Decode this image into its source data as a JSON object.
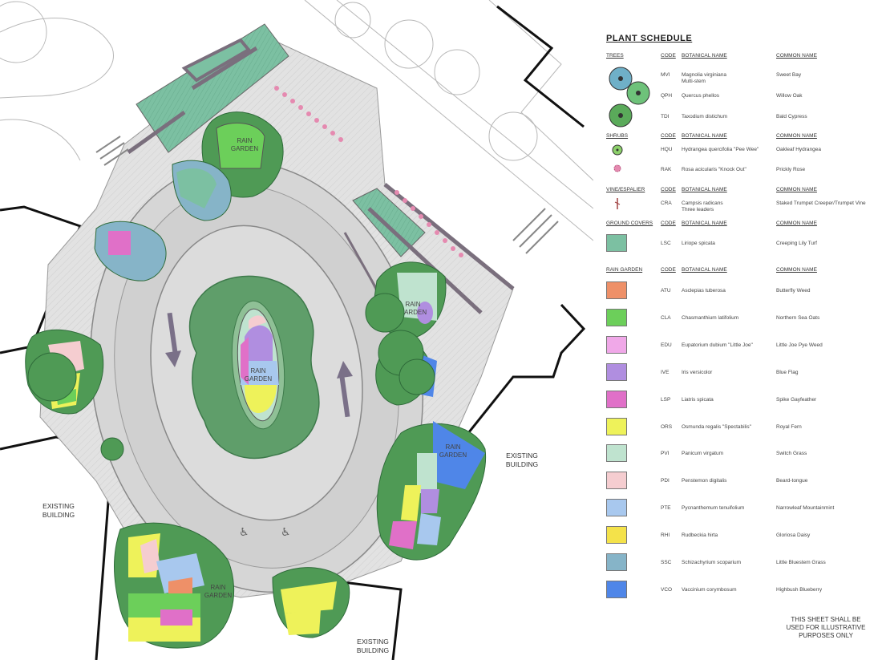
{
  "colors": {
    "paving": "#dcdcdc",
    "lawn": "#5f9e6a",
    "lawn_light": "#8fc096",
    "groundcover": "#7fbfa0",
    "wall": "#7a6f7d",
    "tree": "#4f9a55"
  },
  "schedule": {
    "title": "PLANT SCHEDULE",
    "sections": [
      {
        "key": "trees",
        "heading": [
          "TREES",
          "CODE",
          "BOTANICAL NAME",
          "COMMON NAME"
        ],
        "rows": [
          {
            "code": "MVI",
            "botanical": "Magnolia virginiana\nMulti-stem",
            "common": "Sweet Bay",
            "symbol": "tree-circle-icon",
            "color": "#6fb0c8"
          },
          {
            "code": "QPH",
            "botanical": "Quercus phellos",
            "common": "Willow Oak",
            "symbol": "tree-circle-icon",
            "color": "#6ec27a"
          },
          {
            "code": "TDI",
            "botanical": "Taxodium distichum",
            "common": "Bald Cypress",
            "symbol": "tree-circle-icon",
            "color": "#5aaa5a"
          }
        ]
      },
      {
        "key": "shrubs",
        "heading": [
          "SHRUBS",
          "CODE",
          "BOTANICAL NAME",
          "COMMON NAME"
        ],
        "rows": [
          {
            "code": "HQU",
            "botanical": "Hydrangea quercifolia \"Pee Wee\"",
            "common": "Oakleaf Hydrangea",
            "symbol": "shrub-circle-icon",
            "color": "#8cd06a"
          },
          {
            "code": "RAK",
            "botanical": "Rosa acicularis \"Knock Out\"",
            "common": "Prickly Rose",
            "symbol": "rose-dot-icon",
            "color": "#e58ab0"
          }
        ]
      },
      {
        "key": "vines",
        "heading": [
          "VINE/ESPALIER",
          "CODE",
          "BOTANICAL NAME",
          "COMMON NAME"
        ],
        "rows": [
          {
            "code": "CRA",
            "botanical": "Campsis radicans\nThree leaders",
            "common": "Staked Trumpet Creeper/Trumpet Vine",
            "symbol": "vine-icon",
            "color": "#a04040"
          }
        ]
      },
      {
        "key": "groundcovers",
        "heading": [
          "GROUND COVERS",
          "CODE",
          "BOTANICAL NAME",
          "COMMON NAME"
        ],
        "rows": [
          {
            "code": "LSC",
            "botanical": "Liriope spicata",
            "common": "Creeping Lily Turf",
            "symbol": "swatch",
            "color": "#7cc0a2"
          }
        ]
      },
      {
        "key": "rain_garden",
        "heading": [
          "RAIN GARDEN",
          "CODE",
          "BOTANICAL NAME",
          "COMMON NAME"
        ],
        "rows": [
          {
            "code": "ATU",
            "botanical": "Asclepias tuberosa",
            "common": "Butterfly Weed",
            "color": "#ee9068"
          },
          {
            "code": "CLA",
            "botanical": "Chasmanthium latifolium",
            "common": "Northern Sea Oats",
            "color": "#6ccf5a"
          },
          {
            "code": "EDU",
            "botanical": "Eupatorium dubium \"Little Joe\"",
            "common": "Little Joe Pye Weed",
            "color": "#f0a8e8"
          },
          {
            "code": "IVE",
            "botanical": "Iris versicolor",
            "common": "Blue Flag",
            "color": "#b08ee0"
          },
          {
            "code": "LSP",
            "botanical": "Liatris spicata",
            "common": "Spike Gayfeather",
            "color": "#e070c8"
          },
          {
            "code": "ORS",
            "botanical": "Osmunda regalis \"Spectabilis\"",
            "common": "Royal Fern",
            "color": "#eef25a"
          },
          {
            "code": "PVI",
            "botanical": "Panicum virgatum",
            "common": "Switch Grass",
            "color": "#bfe3cf"
          },
          {
            "code": "PDI",
            "botanical": "Penstemon digitalis",
            "common": "Beard-tongue",
            "color": "#f5cdd0"
          },
          {
            "code": "PTE",
            "botanical": "Pycnanthemum tenuifolium",
            "common": "Narrowleaf Mountainmint",
            "color": "#a8c8ee"
          },
          {
            "code": "RHI",
            "botanical": "Rudbeckia hirta",
            "common": "Gloriosa Daisy",
            "color": "#f4e24a"
          },
          {
            "code": "SSC",
            "botanical": "Schizachyrium scoparium",
            "common": "Little Bluestem Grass",
            "color": "#86b4c8"
          },
          {
            "code": "VCO",
            "botanical": "Vaccinium corymbosum",
            "common": "Highbush Blueberry",
            "color": "#4f86e8"
          }
        ]
      }
    ]
  },
  "plan": {
    "rain_garden_label": "RAIN\nGARDEN",
    "existing_building_label": "EXISTING\nBUILDING"
  },
  "note": "THIS SHEET SHALL BE\nUSED FOR ILLUSTRATIVE\nPURPOSES ONLY"
}
